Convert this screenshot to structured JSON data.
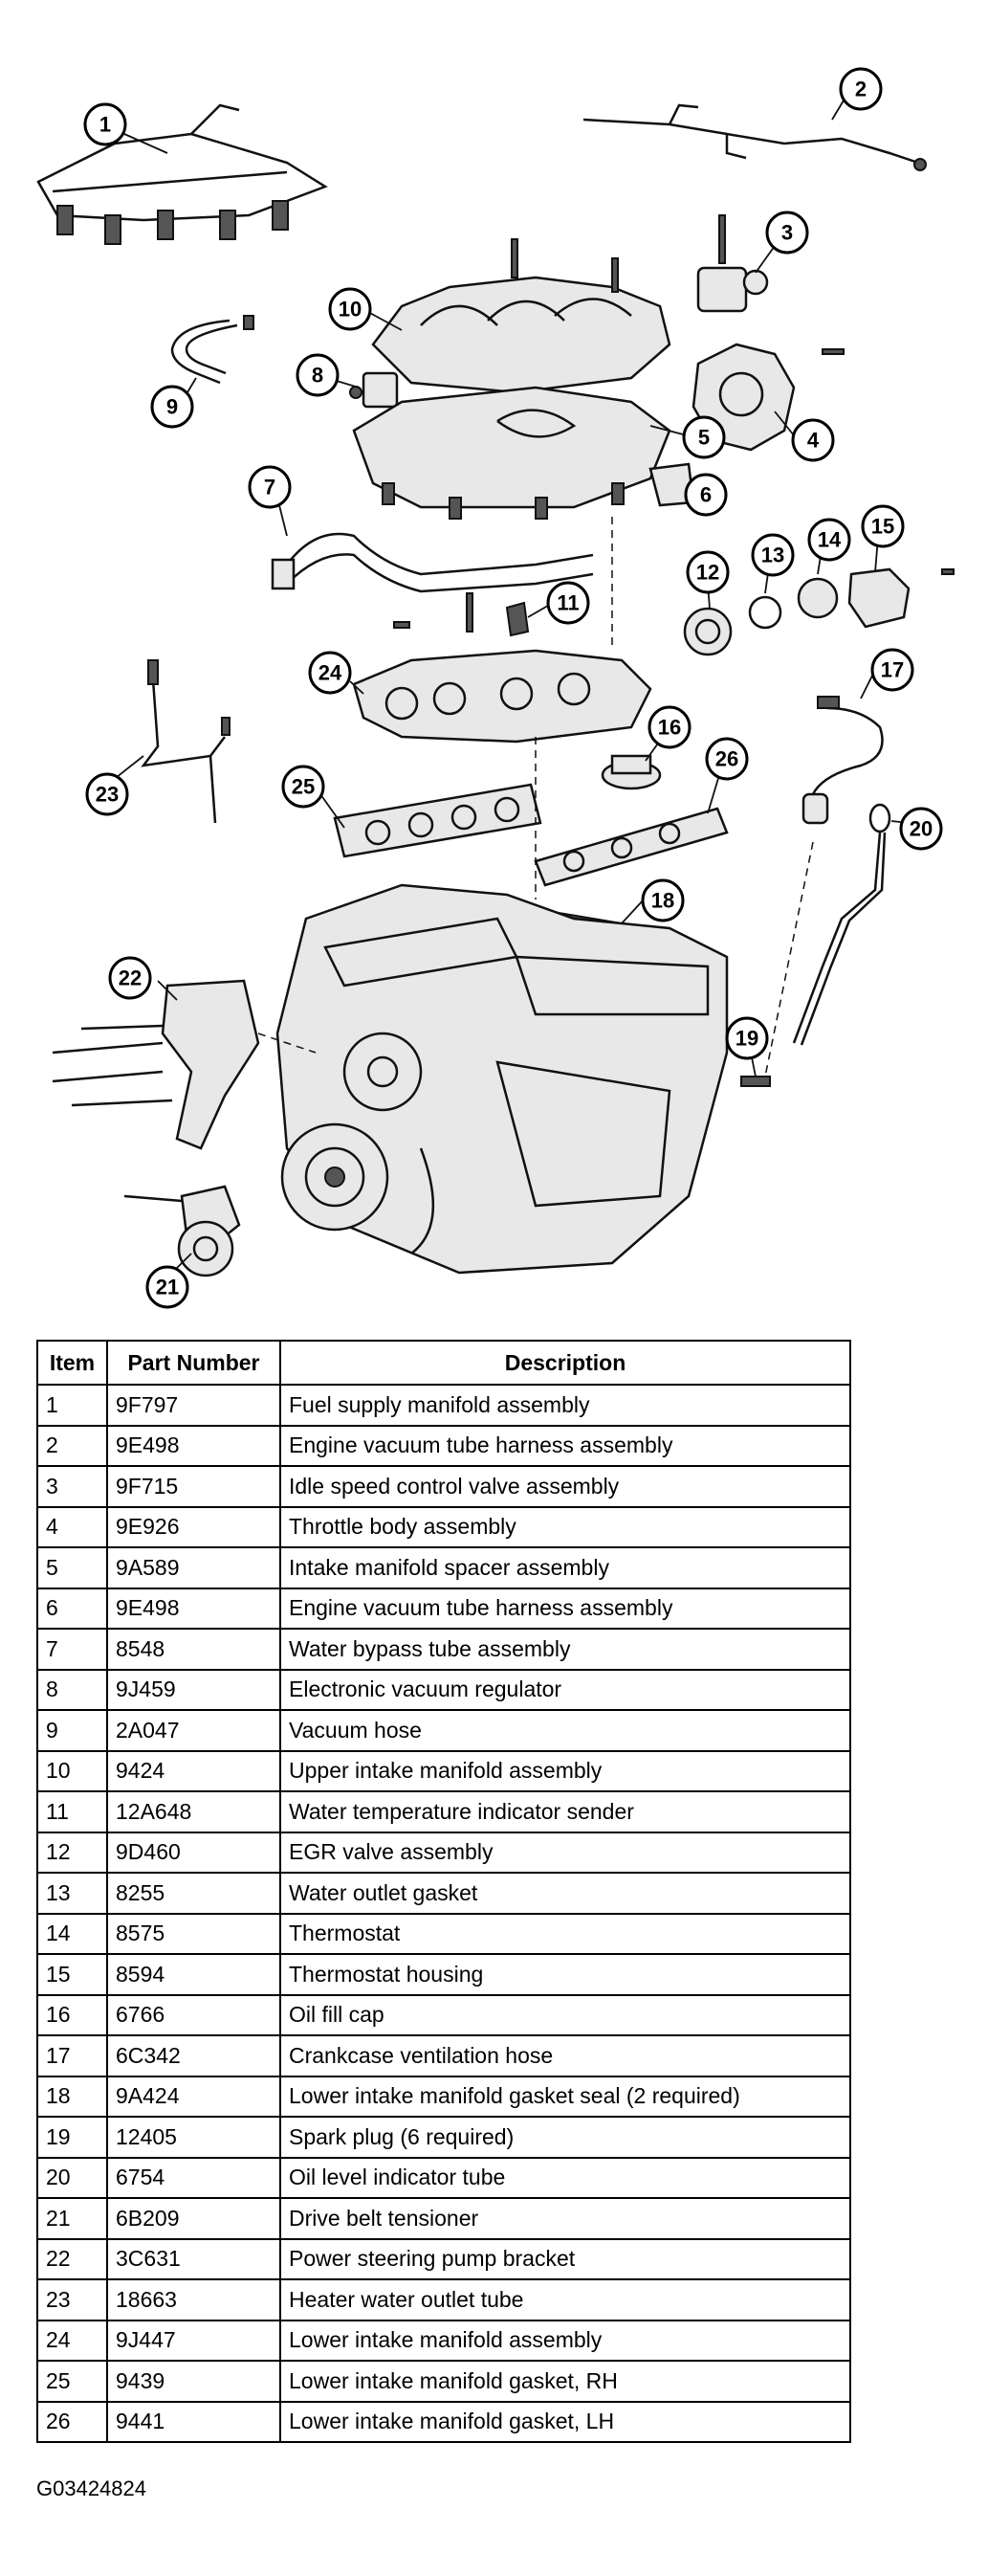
{
  "diagram": {
    "callouts": [
      "1",
      "2",
      "3",
      "4",
      "5",
      "6",
      "7",
      "8",
      "9",
      "10",
      "11",
      "12",
      "13",
      "14",
      "15",
      "16",
      "17",
      "18",
      "19",
      "20",
      "21",
      "22",
      "23",
      "24",
      "25",
      "26"
    ]
  },
  "table": {
    "headers": {
      "item": "Item",
      "part_number": "Part Number",
      "description": "Description"
    },
    "rows": [
      {
        "item": "1",
        "part_number": "9F797",
        "description": "Fuel supply manifold assembly"
      },
      {
        "item": "2",
        "part_number": "9E498",
        "description": "Engine vacuum tube harness assembly"
      },
      {
        "item": "3",
        "part_number": "9F715",
        "description": "Idle speed control valve assembly"
      },
      {
        "item": "4",
        "part_number": "9E926",
        "description": "Throttle body assembly"
      },
      {
        "item": "5",
        "part_number": "9A589",
        "description": "Intake manifold spacer assembly"
      },
      {
        "item": "6",
        "part_number": "9E498",
        "description": "Engine vacuum tube harness assembly"
      },
      {
        "item": "7",
        "part_number": "8548",
        "description": "Water bypass tube assembly"
      },
      {
        "item": "8",
        "part_number": "9J459",
        "description": "Electronic vacuum regulator"
      },
      {
        "item": "9",
        "part_number": "2A047",
        "description": "Vacuum hose"
      },
      {
        "item": "10",
        "part_number": "9424",
        "description": "Upper intake manifold assembly"
      },
      {
        "item": "11",
        "part_number": "12A648",
        "description": "Water temperature indicator sender"
      },
      {
        "item": "12",
        "part_number": "9D460",
        "description": "EGR valve assembly"
      },
      {
        "item": "13",
        "part_number": "8255",
        "description": "Water outlet gasket"
      },
      {
        "item": "14",
        "part_number": "8575",
        "description": "Thermostat"
      },
      {
        "item": "15",
        "part_number": "8594",
        "description": "Thermostat housing"
      },
      {
        "item": "16",
        "part_number": "6766",
        "description": "Oil fill cap"
      },
      {
        "item": "17",
        "part_number": "6C342",
        "description": "Crankcase ventilation hose"
      },
      {
        "item": "18",
        "part_number": "9A424",
        "description": "Lower intake manifold gasket seal (2 required)"
      },
      {
        "item": "19",
        "part_number": "12405",
        "description": "Spark plug (6 required)"
      },
      {
        "item": "20",
        "part_number": "6754",
        "description": "Oil level indicator tube"
      },
      {
        "item": "21",
        "part_number": "6B209",
        "description": "Drive belt tensioner"
      },
      {
        "item": "22",
        "part_number": "3C631",
        "description": "Power steering pump bracket"
      },
      {
        "item": "23",
        "part_number": "18663",
        "description": "Heater water outlet tube"
      },
      {
        "item": "24",
        "part_number": "9J447",
        "description": "Lower intake manifold assembly"
      },
      {
        "item": "25",
        "part_number": "9439",
        "description": "Lower intake manifold gasket, RH"
      },
      {
        "item": "26",
        "part_number": "9441",
        "description": "Lower intake manifold gasket, LH"
      }
    ]
  },
  "figure_id": "G03424824"
}
